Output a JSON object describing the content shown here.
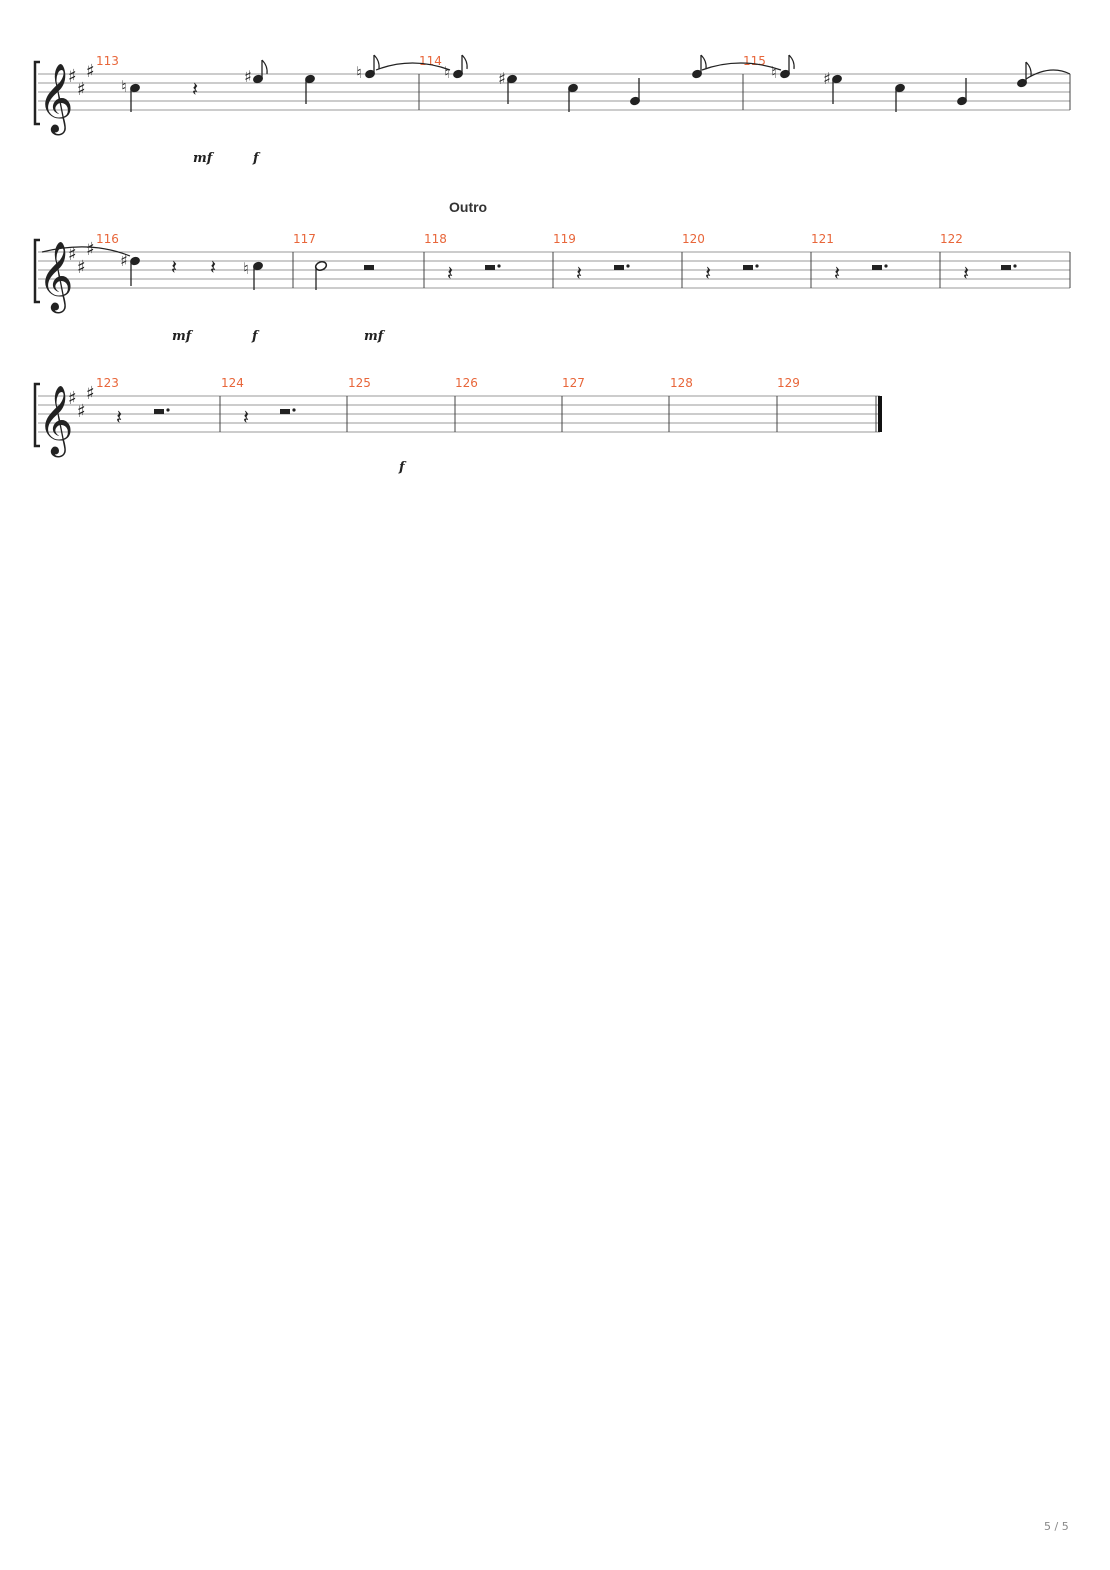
{
  "section_label": "Outro",
  "page_indicator": "5 / 5",
  "systems": [
    {
      "measures": [
        "113",
        "114",
        "115"
      ],
      "dynamics": [
        "mf",
        "f"
      ]
    },
    {
      "measures": [
        "116",
        "117",
        "118",
        "119",
        "120",
        "121",
        "122"
      ],
      "dynamics": [
        "mf",
        "f",
        "mf"
      ]
    },
    {
      "measures": [
        "123",
        "124",
        "125",
        "126",
        "127",
        "128",
        "129"
      ],
      "dynamics": [
        "f"
      ]
    }
  ],
  "clef": "treble",
  "key_signature": "3 sharps",
  "colors": {
    "measure_number": "#e8663a",
    "staff_line": "#9a9a9a",
    "ink": "#222222"
  }
}
